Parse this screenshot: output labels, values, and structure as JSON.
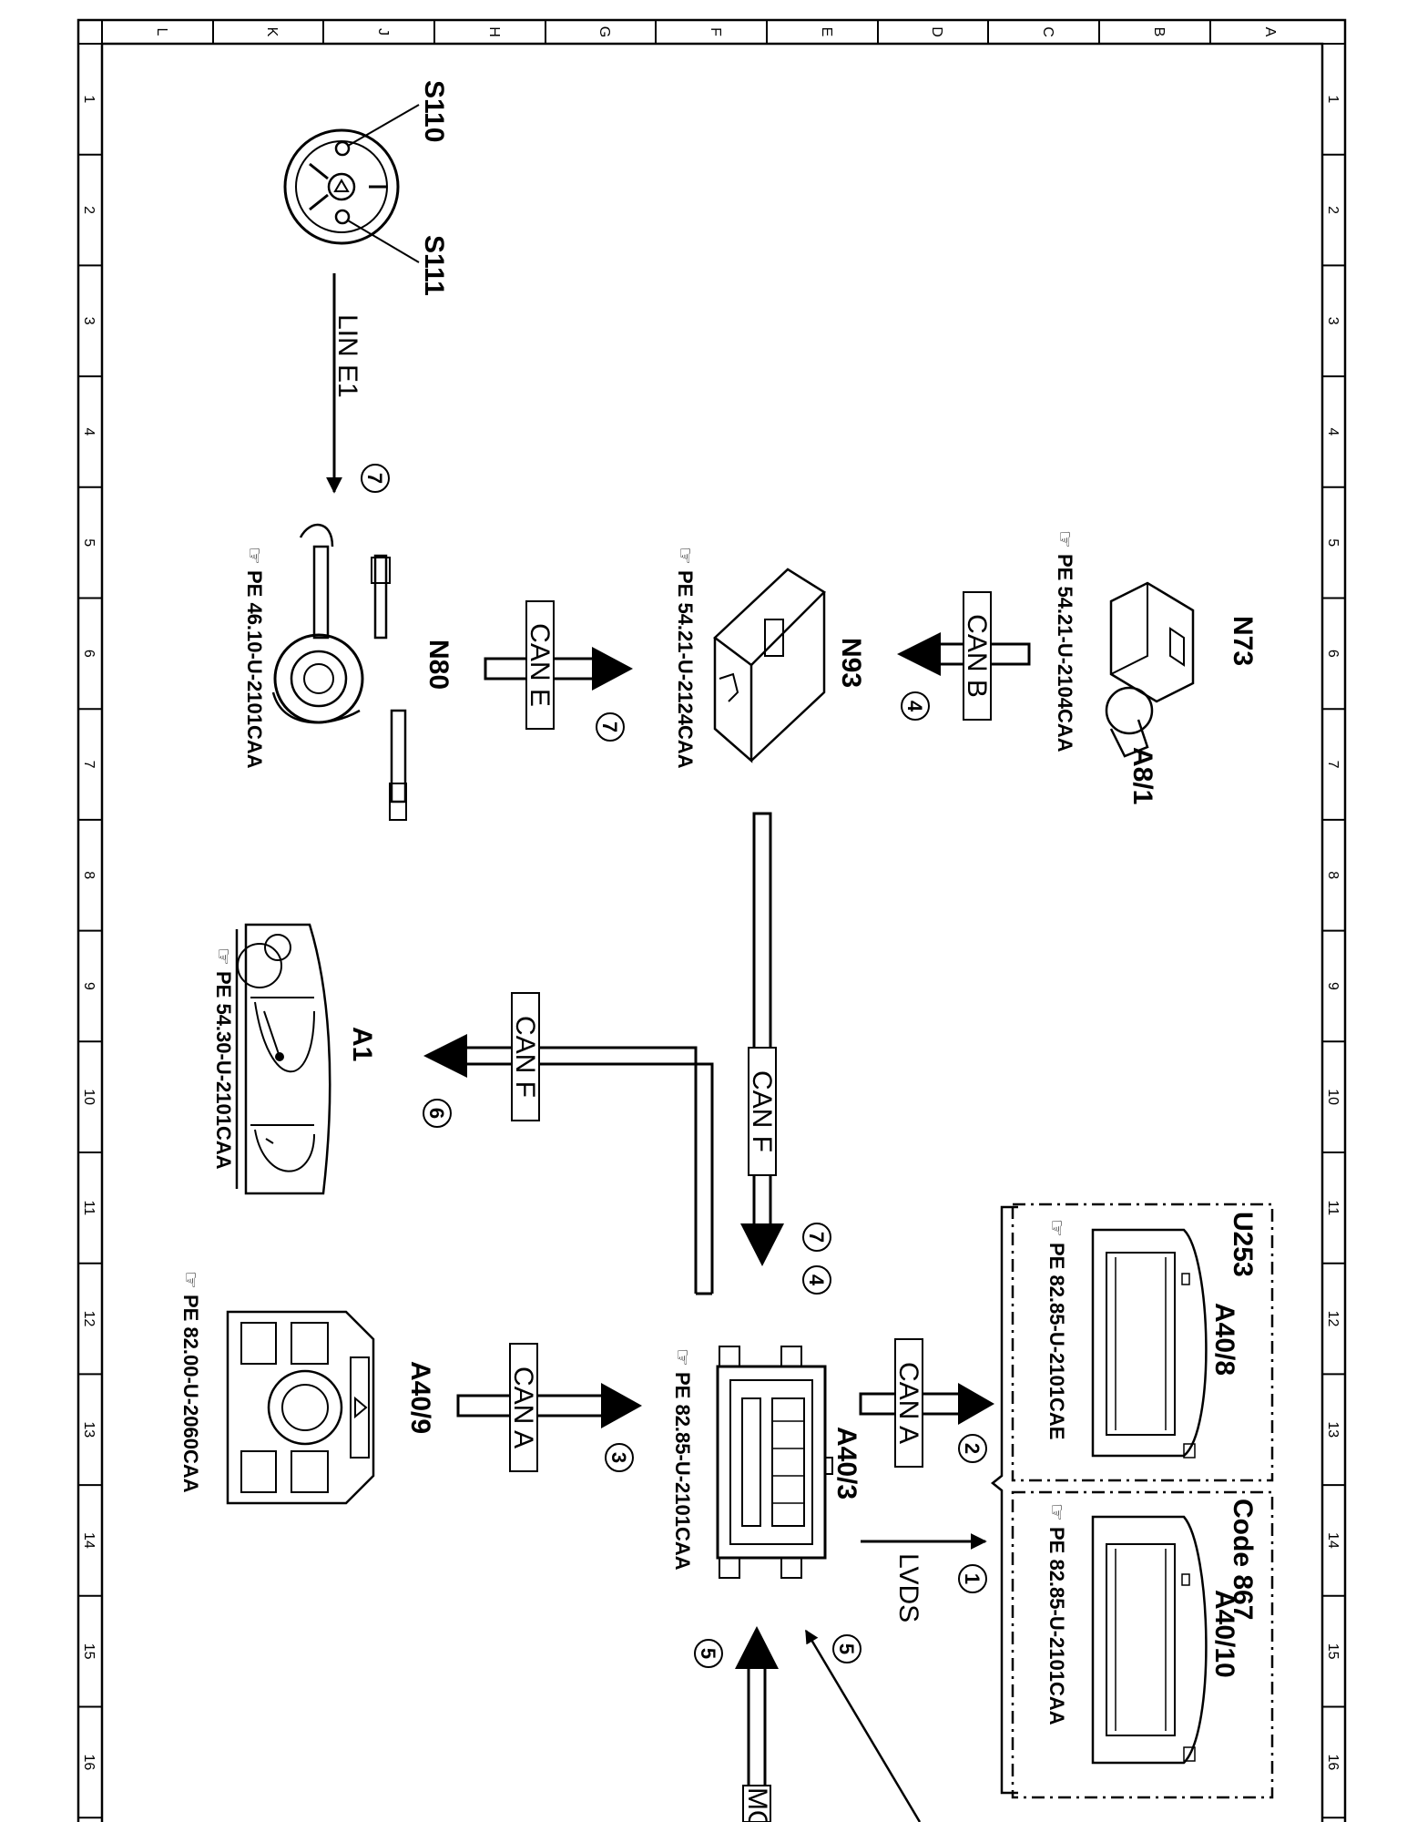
{
  "frame": {
    "col_letters": [
      "L",
      "K",
      "J",
      "H",
      "G",
      "F",
      "E",
      "D",
      "C",
      "B",
      "A"
    ],
    "row_numbers": [
      "1",
      "2",
      "3",
      "4",
      "5",
      "6",
      "7",
      "8",
      "9",
      "10",
      "11",
      "12",
      "13",
      "14",
      "15",
      "16"
    ]
  },
  "components": {
    "s110": "S110",
    "s111": "S111",
    "n80": "N80",
    "n80_ref": "PE 46.10-U-2101CAA",
    "n93": "N93",
    "n93_ref": "PE 54.21-U-2124CAA",
    "n73": "N73",
    "a8_1": "A8/1",
    "n73_ref": "PE 54.21-U-2104CAA",
    "a1": "A1",
    "a1_ref": "PE 54.30-U-2101CAA",
    "a40_9": "A40/9",
    "a40_9_ref": "PE 82.00-U-2060CAA",
    "a40_3": "A40/3",
    "a40_3_ref": "PE 82.85-U-2101CAA",
    "u253": "U253",
    "a40_8": "A40/8",
    "a40_8_ref": "PE 82.85-U-2101CAE",
    "code867": "Code 867",
    "a40_10": "A40/10",
    "a40_10_ref": "PE 82.85-U-2101CAA"
  },
  "buses": {
    "lin_e1": "LIN E1",
    "can_e": "CAN E",
    "can_b": "CAN B",
    "can_f_main": "CAN F",
    "can_f_a1": "CAN F",
    "can_a_in": "CAN A",
    "can_a_out": "CAN A",
    "lvds": "LVDS",
    "most": "MO"
  },
  "steps": {
    "lin": "7",
    "can_e": "7",
    "can_b": "4",
    "can_f_a": "7",
    "can_f_b": "4",
    "a1": "6",
    "can_a_in": "3",
    "can_a_out": "2",
    "lvds": "1",
    "five_left": "5",
    "five_right": "5"
  }
}
